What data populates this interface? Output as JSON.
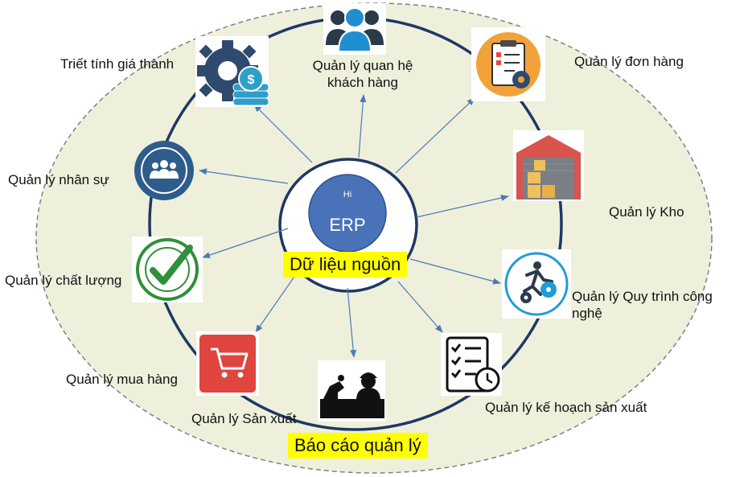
{
  "center": {
    "small_label": "Hi",
    "main_label": "ERP",
    "source_data_label": "Dữ liệu nguồn"
  },
  "footer": {
    "report_label": "Báo cáo quản lý"
  },
  "modules": {
    "cost": "Triết tính giá thành",
    "crm_line1": "Quản lý quan hệ",
    "crm_line2": "khách hàng",
    "orders": "Quản lý đơn hàng",
    "warehouse": "Quản lý Kho",
    "process_line1": "Quản lý Quy trình công",
    "process_line2": "nghệ",
    "planning": "Quản lý kế hoạch sản xuất",
    "production": "Quản lý Sản xuất",
    "purchasing": "Quản lý mua hàng",
    "quality": "Quản lý chất lượng",
    "hr": "Quản lý nhân sự"
  },
  "icons": {
    "cost": "gear-dollar-icon",
    "crm": "users-group-icon",
    "orders": "clipboard-gear-icon",
    "warehouse": "warehouse-icon",
    "process": "runner-gears-icon",
    "planning": "checklist-clock-icon",
    "production": "factory-worker-icon",
    "purchasing": "shopping-cart-icon",
    "quality": "quality-stamp-icon",
    "hr": "people-cycle-icon"
  },
  "colors": {
    "ellipse_fill": "#eef0dc",
    "ring": "#1f3864",
    "arrow": "#4a7ab5",
    "erp_circle": "#4a72b8",
    "highlight": "#ffff00"
  }
}
